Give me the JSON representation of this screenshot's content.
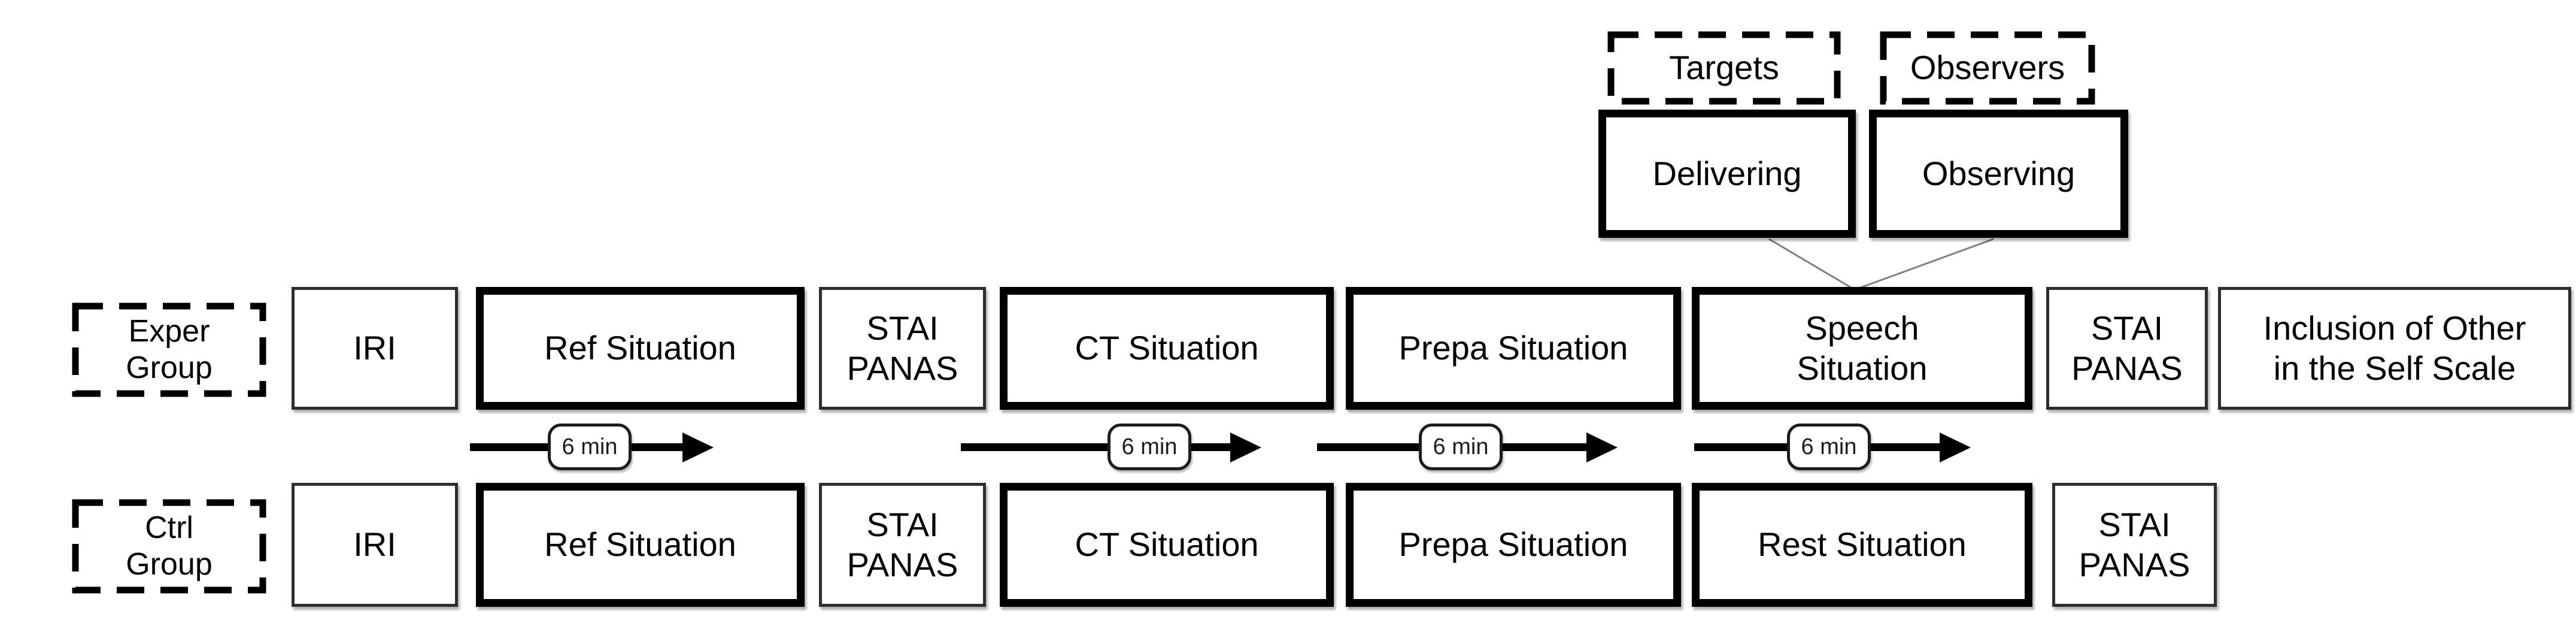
{
  "legend": {
    "targets": "Targets",
    "observers": "Observers",
    "delivering": "Delivering",
    "observing": "Observing"
  },
  "exper_row": {
    "group": "Exper\nGroup",
    "iri": "IRI",
    "ref": "Ref Situation",
    "stai_1": "STAI\nPANAS",
    "ct": "CT Situation",
    "prepa": "Prepa Situation",
    "speech": "Speech\nSituation",
    "stai_2": "STAI\nPANAS",
    "inclusion": "Inclusion of Other\nin the Self Scale"
  },
  "ctrl_row": {
    "group": "Ctrl\nGroup",
    "iri": "IRI",
    "ref": "Ref Situation",
    "stai_1": "STAI\nPANAS",
    "ct": "CT Situation",
    "prepa": "Prepa Situation",
    "rest": "Rest Situation",
    "stai_2": "STAI\nPANAS"
  },
  "arrows": [
    {
      "label": "6 min"
    },
    {
      "label": "6 min"
    },
    {
      "label": "6 min"
    },
    {
      "label": "6 min"
    }
  ],
  "colors": {
    "ink": "#000000",
    "background": "#ffffff",
    "connector": "#7f7f7f"
  }
}
